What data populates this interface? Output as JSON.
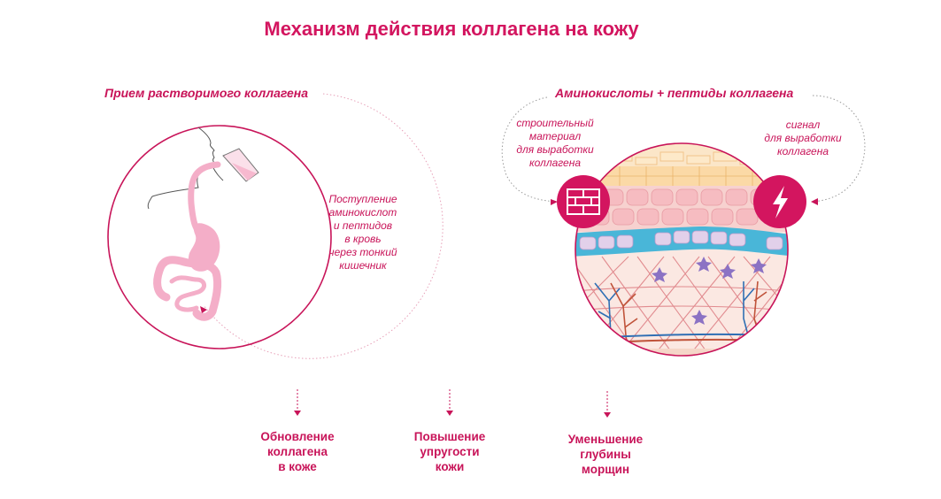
{
  "title": "Механизм действия коллагена на кожу",
  "left_panel": {
    "label": "Прием растворимого коллагена",
    "note": [
      "Поступление",
      "аминокислот",
      "и пептидов",
      "в кровь",
      "через тонкий",
      "кишечник"
    ]
  },
  "right_panel": {
    "label": "Аминокислоты + пептиды коллагена",
    "note_left": [
      "строительный",
      "материал",
      "для выработки",
      "коллагена"
    ],
    "note_right": [
      "сигнал",
      "для выработки",
      "коллагена"
    ],
    "icons": [
      "brick-icon",
      "lightning-icon"
    ]
  },
  "results": [
    {
      "lines": [
        "Обновление",
        "коллагена",
        "в коже"
      ]
    },
    {
      "lines": [
        "Повышение",
        "упругости",
        "кожи"
      ]
    },
    {
      "lines": [
        "Уменьшение",
        "глубины",
        "морщин"
      ]
    }
  ],
  "colors": {
    "accent": "#d3155f",
    "organ_pink": "#f4aec8",
    "skin_light": "#fbe3d6",
    "skin_yellow": "#fbd9a6",
    "cell_pink": "#f6c3c8",
    "basal_blue": "#49b6d8",
    "fiber": "#e18b8f",
    "vessel_blue": "#2f6fb4",
    "star_purple": "#8b72c4"
  }
}
